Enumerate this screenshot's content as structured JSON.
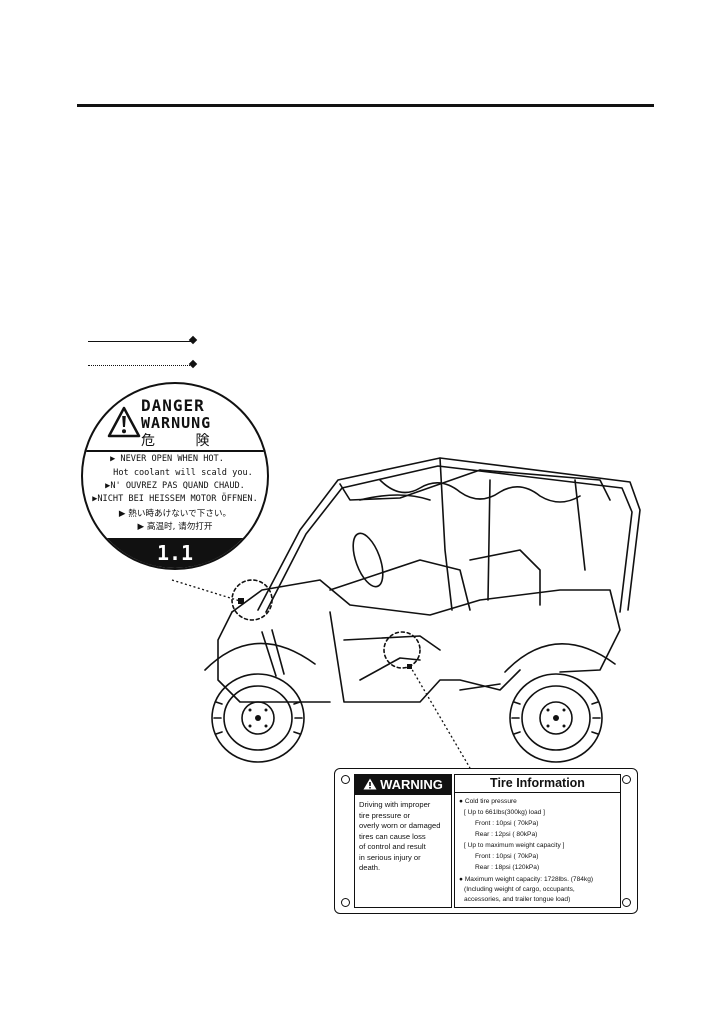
{
  "danger_label": {
    "title_1": "DANGER",
    "title_2": "WARNUNG",
    "title_3": "危 険",
    "lines": [
      "▶ NEVER OPEN WHEN HOT.",
      "Hot coolant will scald you.",
      "▶N' OUVREZ PAS QUAND CHAUD.",
      "▶NICHT BEI HEISSEM MOTOR ÖFFNEN.",
      "▶ 熱い時あけないで下さい。",
      "▶ 高温时, 请勿打开"
    ],
    "footer": "1.1"
  },
  "tire_label": {
    "warning_title": "WARNING",
    "warning_text": [
      "Driving with improper",
      "tire pressure or",
      "overly worn or damaged",
      "tires can cause loss",
      "of control and result",
      "in serious injury or",
      "death."
    ],
    "info_title": "Tire Information",
    "info_lines": [
      "● Cold tire pressure",
      "[ Up to 661lbs(300kg) load ]",
      "Front : 10psi      ( 70kPa)",
      "Rear : 12psi      ( 80kPa)",
      "[ Up to maximum weight capacity ]",
      "Front : 10psi      ( 70kPa)",
      "Rear : 18psi      (120kPa)",
      "● Maximum weight capacity: 1728lbs. (784kg)",
      "(Including weight of cargo, occupants,",
      "accessories, and trailer tongue load)"
    ]
  }
}
